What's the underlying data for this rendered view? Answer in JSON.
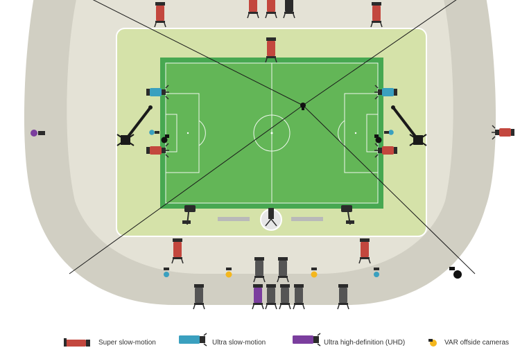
{
  "colors": {
    "outer_stand": "#d1cfc3",
    "inner_stand": "#e4e2d6",
    "field_surround": "#d5e2a9",
    "pitch": "#63b657",
    "pitch_border": "#47a851",
    "lines": "#ffffff",
    "super_slow_motion": "#c3473e",
    "ultra_slow_motion": "#3aa0bf",
    "uhd": "#7b3e9e",
    "var_offside": "#f4b71e",
    "camera_body": "#2b2b2b",
    "stage_grey": "#b9b9b9"
  },
  "legend": [
    {
      "label": "Super slow-motion",
      "icon": "super-slow-motion-camera-icon",
      "color_key": "super_slow_motion"
    },
    {
      "label": "Ultra slow-motion",
      "icon": "ultra-slow-motion-camera-icon",
      "color_key": "ultra_slow_motion"
    },
    {
      "label": "Ultra high-definition (UHD)",
      "icon": "uhd-camera-icon",
      "color_key": "uhd"
    },
    {
      "label": "VAR offside cameras",
      "icon": "var-offside-camera-icon",
      "color_key": "var_offside"
    }
  ]
}
